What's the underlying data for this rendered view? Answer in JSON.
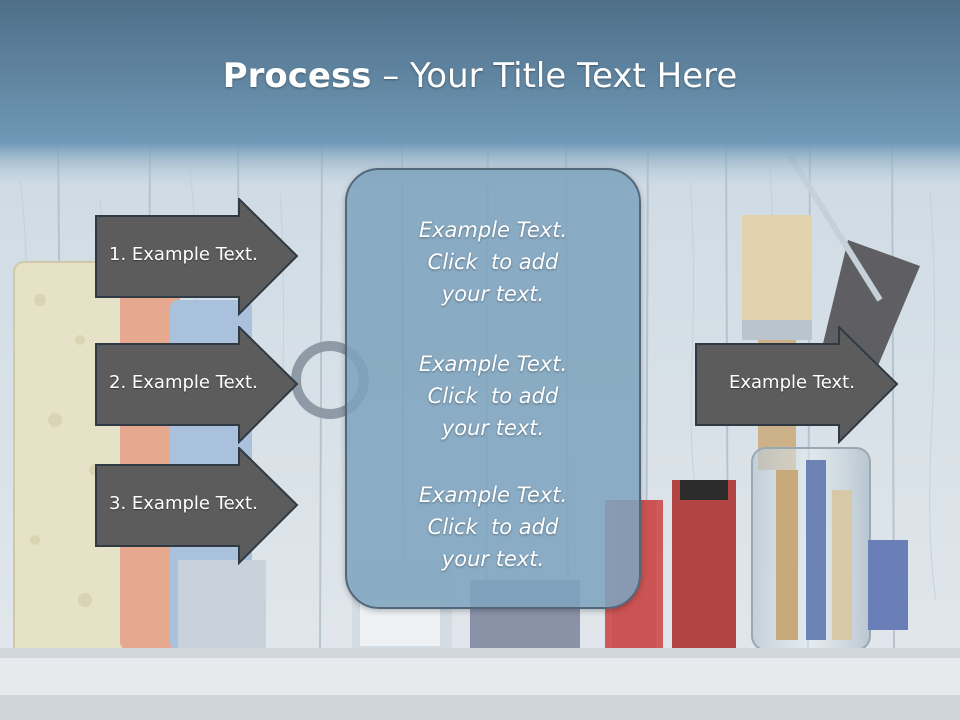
{
  "title": {
    "bold": "Process",
    "rest": " – Your Title Text Here"
  },
  "left_arrows": [
    {
      "label": "1. Example Text."
    },
    {
      "label": "2. Example Text."
    },
    {
      "label": "3. Example Text."
    }
  ],
  "center_box": {
    "paragraphs": [
      [
        "Example Text.",
        "Click  to add",
        "your text."
      ],
      [
        "Example Text.",
        "Click  to add",
        "your text."
      ],
      [
        "Example Text.",
        "Click  to add",
        "your text."
      ]
    ]
  },
  "right_arrow": {
    "label": "Example Text."
  },
  "colors": {
    "title_band": "#5a85a3",
    "arrow_fill": "#5c5c5c",
    "arrow_stroke": "#2f3a44",
    "box_fill": "#7ea4be",
    "box_stroke": "#52687a",
    "wall": "#d9e2ea"
  }
}
